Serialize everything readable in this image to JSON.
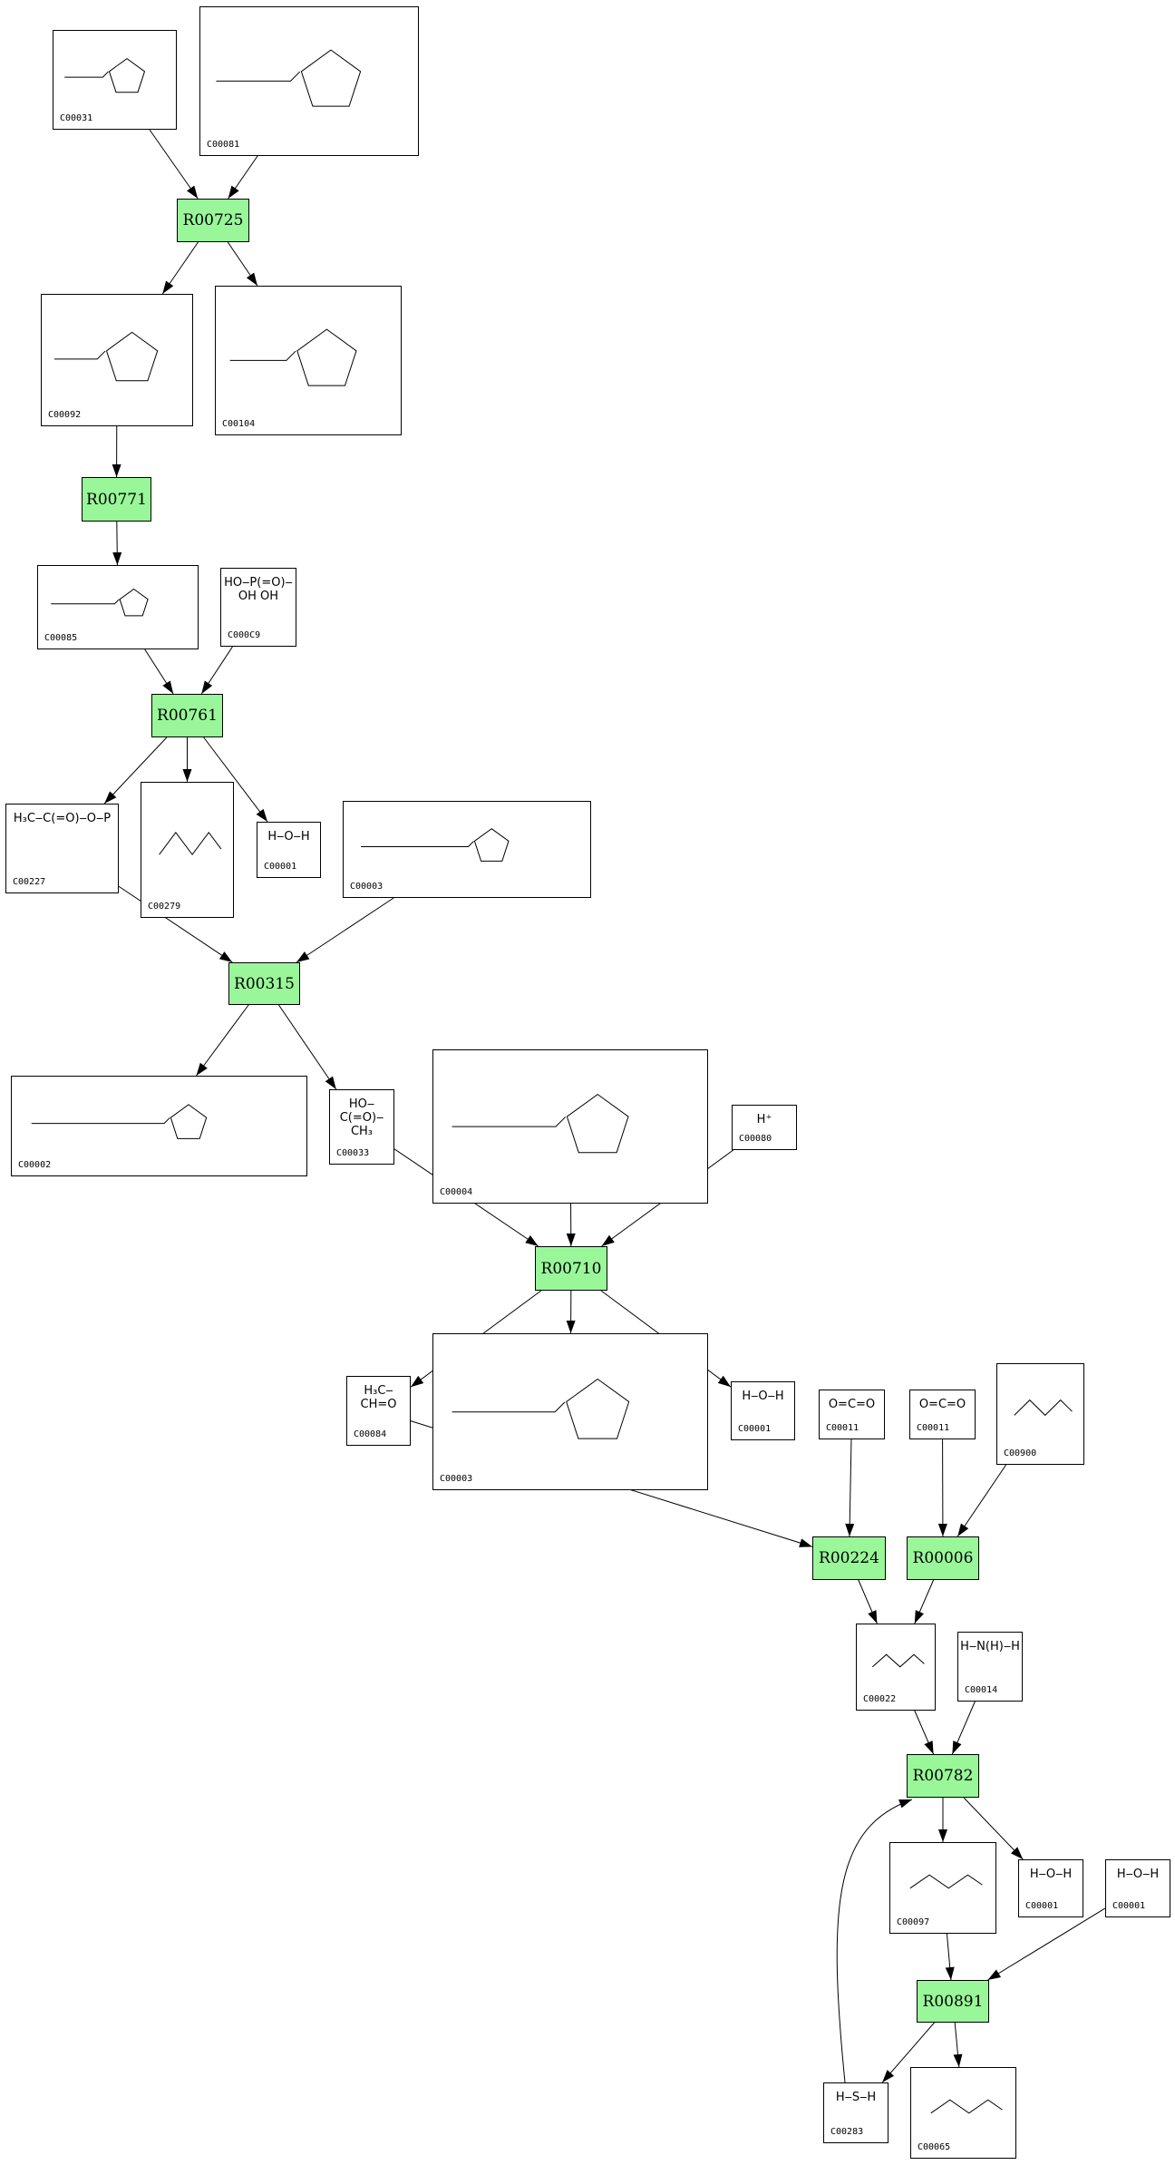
{
  "diagram": {
    "colors": {
      "reaction_fill": "#99f799",
      "border": "#000000",
      "background": "#ffffff"
    },
    "nodes": [
      {
        "id": "C00031",
        "type": "compound",
        "structure": "ring"
      },
      {
        "id": "C00081",
        "type": "compound",
        "structure": "ring"
      },
      {
        "id": "R00725",
        "type": "reaction"
      },
      {
        "id": "C00092",
        "type": "compound",
        "structure": "ring"
      },
      {
        "id": "C00104",
        "type": "compound",
        "structure": "ring"
      },
      {
        "id": "R00771",
        "type": "reaction"
      },
      {
        "id": "C00085",
        "type": "compound",
        "structure": "ring"
      },
      {
        "id": "C000C9",
        "type": "compound",
        "atoms": "HO‒P(=O)‒OH OH"
      },
      {
        "id": "R00761",
        "type": "reaction"
      },
      {
        "id": "C00227",
        "type": "compound",
        "atoms": "H₃C‒C(=O)‒O‒P"
      },
      {
        "id": "C00279",
        "type": "compound",
        "structure": "chain"
      },
      {
        "id": "C00001",
        "type": "compound",
        "atoms": "H‒O‒H"
      },
      {
        "id": "C00003",
        "type": "compound",
        "structure": "ring"
      },
      {
        "id": "R00315",
        "type": "reaction"
      },
      {
        "id": "C00002",
        "type": "compound",
        "structure": "ring"
      },
      {
        "id": "C00033",
        "type": "compound",
        "atoms": "HO‒C(=O)‒CH₃"
      },
      {
        "id": "C00004",
        "type": "compound",
        "structure": "ring"
      },
      {
        "id": "C00080",
        "type": "compound",
        "atoms": "H⁺"
      },
      {
        "id": "R00710",
        "type": "reaction"
      },
      {
        "id": "C00084",
        "type": "compound",
        "atoms": "H₃C‒CH=O"
      },
      {
        "id": "C00003",
        "type": "compound",
        "structure": "ring"
      },
      {
        "id": "C00001",
        "type": "compound",
        "atoms": "H‒O‒H"
      },
      {
        "id": "C00011",
        "type": "compound",
        "atoms": "O=C=O"
      },
      {
        "id": "C00011",
        "type": "compound",
        "atoms": "O=C=O"
      },
      {
        "id": "C00900",
        "type": "compound",
        "structure": "chain"
      },
      {
        "id": "R00224",
        "type": "reaction"
      },
      {
        "id": "R00006",
        "type": "reaction"
      },
      {
        "id": "C00022",
        "type": "compound",
        "structure": "chain"
      },
      {
        "id": "C00014",
        "type": "compound",
        "atoms": "H‒N(H)‒H"
      },
      {
        "id": "R00782",
        "type": "reaction"
      },
      {
        "id": "C00097",
        "type": "compound",
        "structure": "chain"
      },
      {
        "id": "C00001",
        "type": "compound",
        "atoms": "H‒O‒H"
      },
      {
        "id": "C00001",
        "type": "compound",
        "atoms": "H‒O‒H"
      },
      {
        "id": "R00891",
        "type": "reaction"
      },
      {
        "id": "C00283",
        "type": "compound",
        "atoms": "H‒S‒H"
      },
      {
        "id": "C00065",
        "type": "compound",
        "structure": "chain"
      }
    ],
    "edges": [
      [
        0,
        2
      ],
      [
        1,
        2
      ],
      [
        2,
        3
      ],
      [
        2,
        4
      ],
      [
        3,
        5
      ],
      [
        5,
        6
      ],
      [
        6,
        8
      ],
      [
        7,
        8
      ],
      [
        8,
        9
      ],
      [
        8,
        10
      ],
      [
        8,
        11
      ],
      [
        9,
        13
      ],
      [
        12,
        13
      ],
      [
        13,
        14
      ],
      [
        13,
        15
      ],
      [
        15,
        18
      ],
      [
        16,
        18
      ],
      [
        17,
        18
      ],
      [
        18,
        19
      ],
      [
        18,
        20
      ],
      [
        18,
        21
      ],
      [
        19,
        25
      ],
      [
        22,
        25
      ],
      [
        23,
        26
      ],
      [
        24,
        26
      ],
      [
        25,
        27
      ],
      [
        26,
        27
      ],
      [
        27,
        29
      ],
      [
        28,
        29
      ],
      [
        29,
        30
      ],
      [
        29,
        31
      ],
      [
        30,
        33
      ],
      [
        32,
        33
      ],
      [
        33,
        34
      ],
      [
        33,
        35
      ],
      [
        34,
        29
      ]
    ]
  }
}
